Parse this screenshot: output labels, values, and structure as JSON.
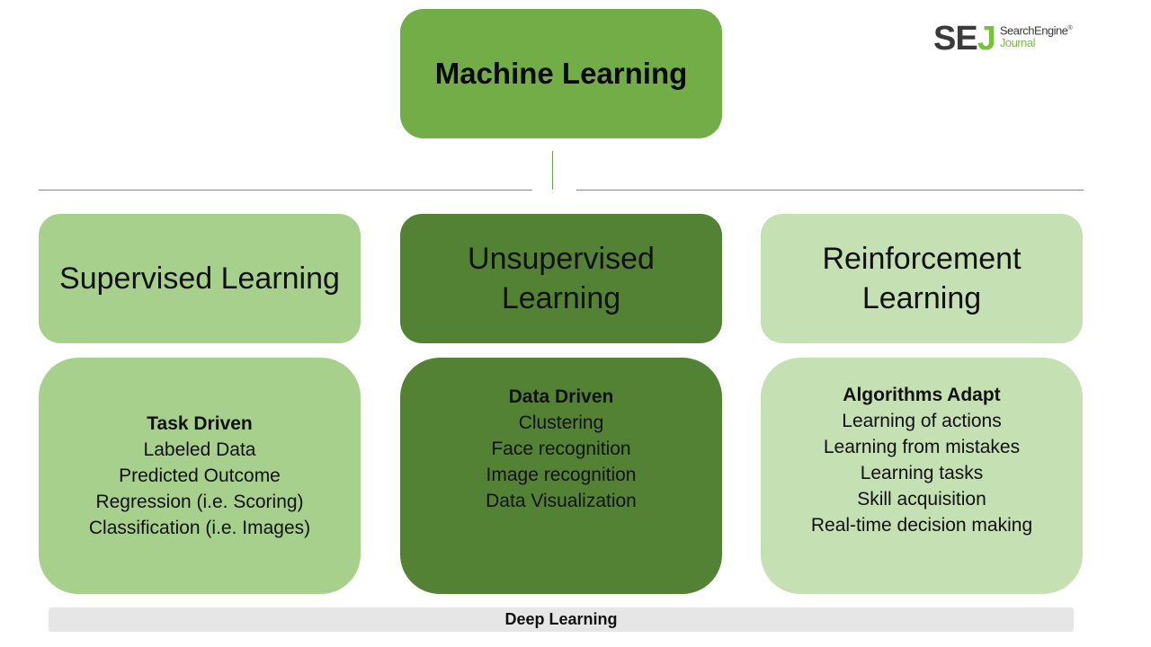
{
  "root": {
    "title": "Machine Learning"
  },
  "logo": {
    "mark_se": "SE",
    "mark_j": "J",
    "word1": "SearchEngine",
    "word2": "Journal",
    "reg": "®"
  },
  "categories": [
    {
      "title": "Supervised Learning",
      "color": "#a8d08d"
    },
    {
      "title": "Unsupervised Learning",
      "color": "#548235"
    },
    {
      "title": "Reinforcement Learning",
      "color": "#c5e0b3"
    }
  ],
  "details": [
    {
      "heading": "Task Driven",
      "items": [
        "Labeled Data",
        "Predicted Outcome",
        "Regression (i.e. Scoring)",
        "Classification (i.e. Images)"
      ]
    },
    {
      "heading": "Data Driven",
      "items": [
        "Clustering",
        "Face recognition",
        "Image recognition",
        "Data Visualization"
      ]
    },
    {
      "heading": "Algorithms Adapt",
      "items": [
        "Learning of actions",
        "Learning from mistakes",
        "Learning tasks",
        "Skill acquisition",
        "Real-time decision making"
      ]
    }
  ],
  "footer": {
    "label": "Deep Learning"
  },
  "colors": {
    "root": "#72ad47",
    "connector": "#6f9e4f",
    "footer_bg": "#e6e6e6"
  }
}
